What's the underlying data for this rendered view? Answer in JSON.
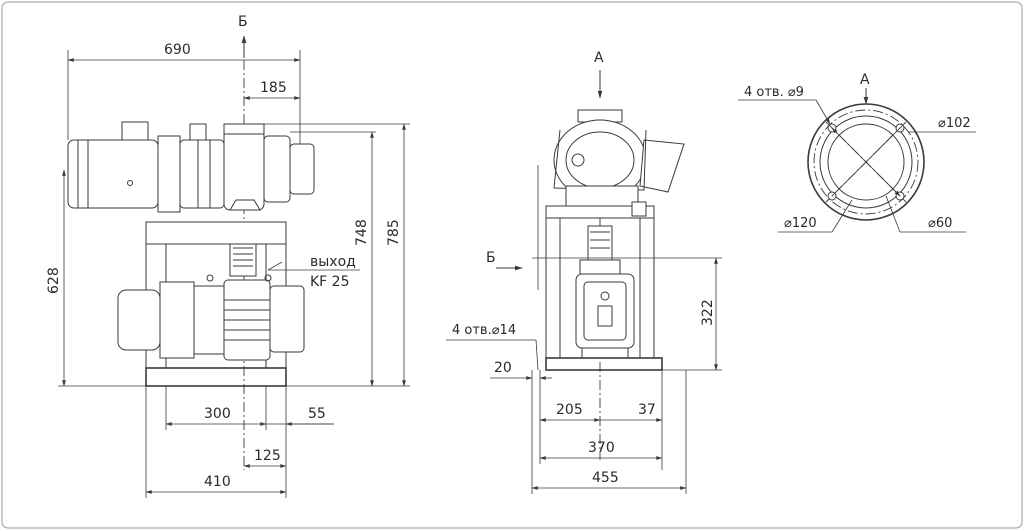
{
  "side_view": {
    "section_mark": "Б",
    "dims": {
      "width_total": "690",
      "offset_top": "185",
      "height_top": "748",
      "height_total": "785",
      "height_left": "628",
      "base_300": "300",
      "base_55": "55",
      "base_125": "125",
      "base_410": "410"
    },
    "outlet_label": "выход",
    "outlet_size": "KF 25"
  },
  "front_view": {
    "section_mark_top": "A",
    "section_mark_side": "Б",
    "holes_label": "4 отв.⌀14",
    "dims": {
      "dim_20": "20",
      "dim_205": "205",
      "dim_37": "37",
      "dim_370": "370",
      "dim_455": "455",
      "dim_322": "322"
    }
  },
  "flange_view": {
    "view_mark": "A",
    "holes_label": "4 отв. ⌀9",
    "d102": "⌀102",
    "d120": "⌀120",
    "d60": "⌀60"
  }
}
